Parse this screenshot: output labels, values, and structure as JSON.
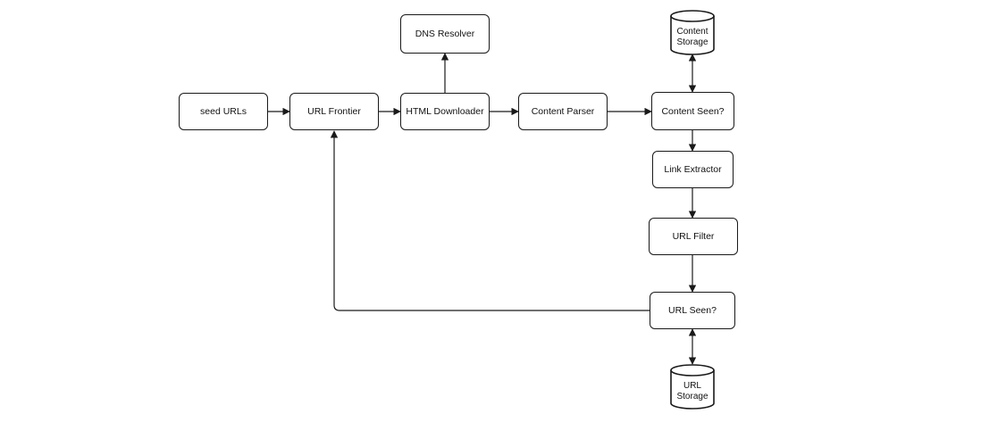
{
  "diagram": {
    "nodes": {
      "seed_urls": "seed URLs",
      "url_frontier": "URL Frontier",
      "html_downloader": "HTML Downloader",
      "dns_resolver": "DNS Resolver",
      "content_parser": "Content Parser",
      "content_seen": "Content Seen?",
      "link_extractor": "Link Extractor",
      "url_filter": "URL Filter",
      "url_seen": "URL Seen?"
    },
    "storage": {
      "content_storage": {
        "line1": "Content",
        "line2": "Storage"
      },
      "url_storage": {
        "line1": "URL",
        "line2": "Storage"
      }
    },
    "edges": [
      {
        "from": "seed URLs",
        "to": "URL Frontier"
      },
      {
        "from": "URL Frontier",
        "to": "HTML Downloader"
      },
      {
        "from": "HTML Downloader",
        "to": "DNS Resolver"
      },
      {
        "from": "HTML Downloader",
        "to": "Content Parser"
      },
      {
        "from": "Content Parser",
        "to": "Content Seen?"
      },
      {
        "from": "Content Seen?",
        "to": "Content Storage",
        "bidirectional": true
      },
      {
        "from": "Content Seen?",
        "to": "Link Extractor"
      },
      {
        "from": "Link Extractor",
        "to": "URL Filter"
      },
      {
        "from": "URL Filter",
        "to": "URL Seen?"
      },
      {
        "from": "URL Seen?",
        "to": "URL Storage",
        "bidirectional": true
      },
      {
        "from": "URL Seen?",
        "to": "URL Frontier"
      }
    ],
    "colors": {
      "stroke": "#1a1a1a",
      "fill": "#ffffff",
      "text": "#111111"
    }
  }
}
